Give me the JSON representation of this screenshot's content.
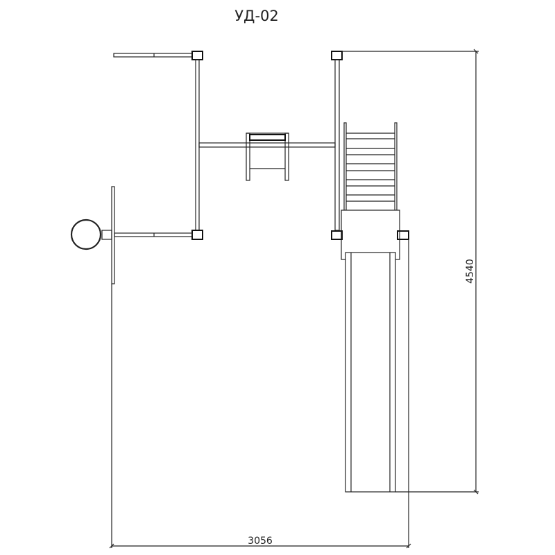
{
  "drawing": {
    "title": "УД-02",
    "dimensions": {
      "width": "3056",
      "length": "4540"
    }
  },
  "colors": {
    "line": "#222222",
    "background": "#ffffff"
  }
}
